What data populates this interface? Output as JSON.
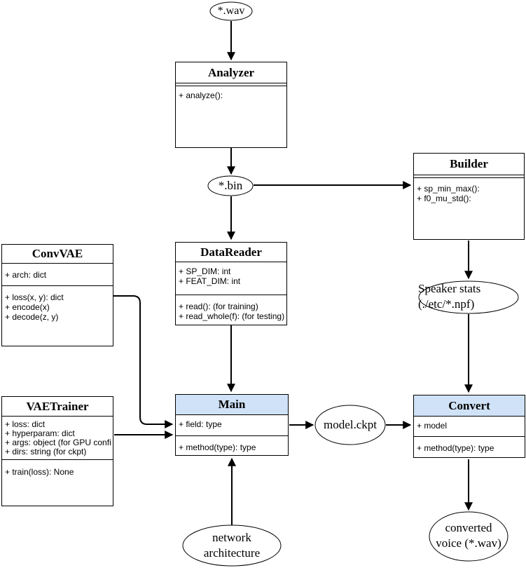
{
  "meta": {
    "background": "#ffffff",
    "stroke_color": "#000000",
    "header_fill": "#cfe2f7",
    "diagram_type": "uml-class-diagram"
  },
  "nodes": {
    "wav": {
      "label": "*.wav"
    },
    "analyzer": {
      "title": "Analyzer",
      "methods": [
        "+ analyze():"
      ]
    },
    "bin": {
      "label": "*.bin"
    },
    "builder": {
      "title": "Builder",
      "methods": [
        "+ sp_min_max():",
        "+ f0_mu_std():"
      ]
    },
    "datareader": {
      "title": "DataReader",
      "fields": [
        "+ SP_DIM: int",
        "+ FEAT_DIM: int"
      ],
      "methods": [
        "+ read(): (for training)",
        "+ read_whole(f): (for testing)"
      ]
    },
    "convvae": {
      "title": "ConvVAE",
      "fields": [
        "+ arch: dict"
      ],
      "methods": [
        "+ loss(x, y): dict",
        "+ encode(x)",
        "+ decode(z, y)"
      ]
    },
    "speaker_stats": {
      "line1": "Speaker stats",
      "line2": "(./etc/*.npf)"
    },
    "vaetrainer": {
      "title": "VAETrainer",
      "fields": [
        "+ loss: dict",
        "+ hyperparam: dict",
        "+ args: object (for GPU confi",
        "+ dirs: string (for ckpt)"
      ],
      "methods": [
        "+ train(loss): None"
      ]
    },
    "main": {
      "title": "Main",
      "fields": [
        "+ field: type"
      ],
      "methods": [
        "+ method(type): type"
      ]
    },
    "model_ckpt": {
      "label": "model.ckpt"
    },
    "convert": {
      "title": "Convert",
      "fields": [
        "+ model"
      ],
      "methods": [
        "+ method(type): type"
      ]
    },
    "network_architecture": {
      "line1": "network",
      "line2": "architecture"
    },
    "converted_voice": {
      "line1": "converted",
      "line2": "voice (*.wav)"
    }
  }
}
